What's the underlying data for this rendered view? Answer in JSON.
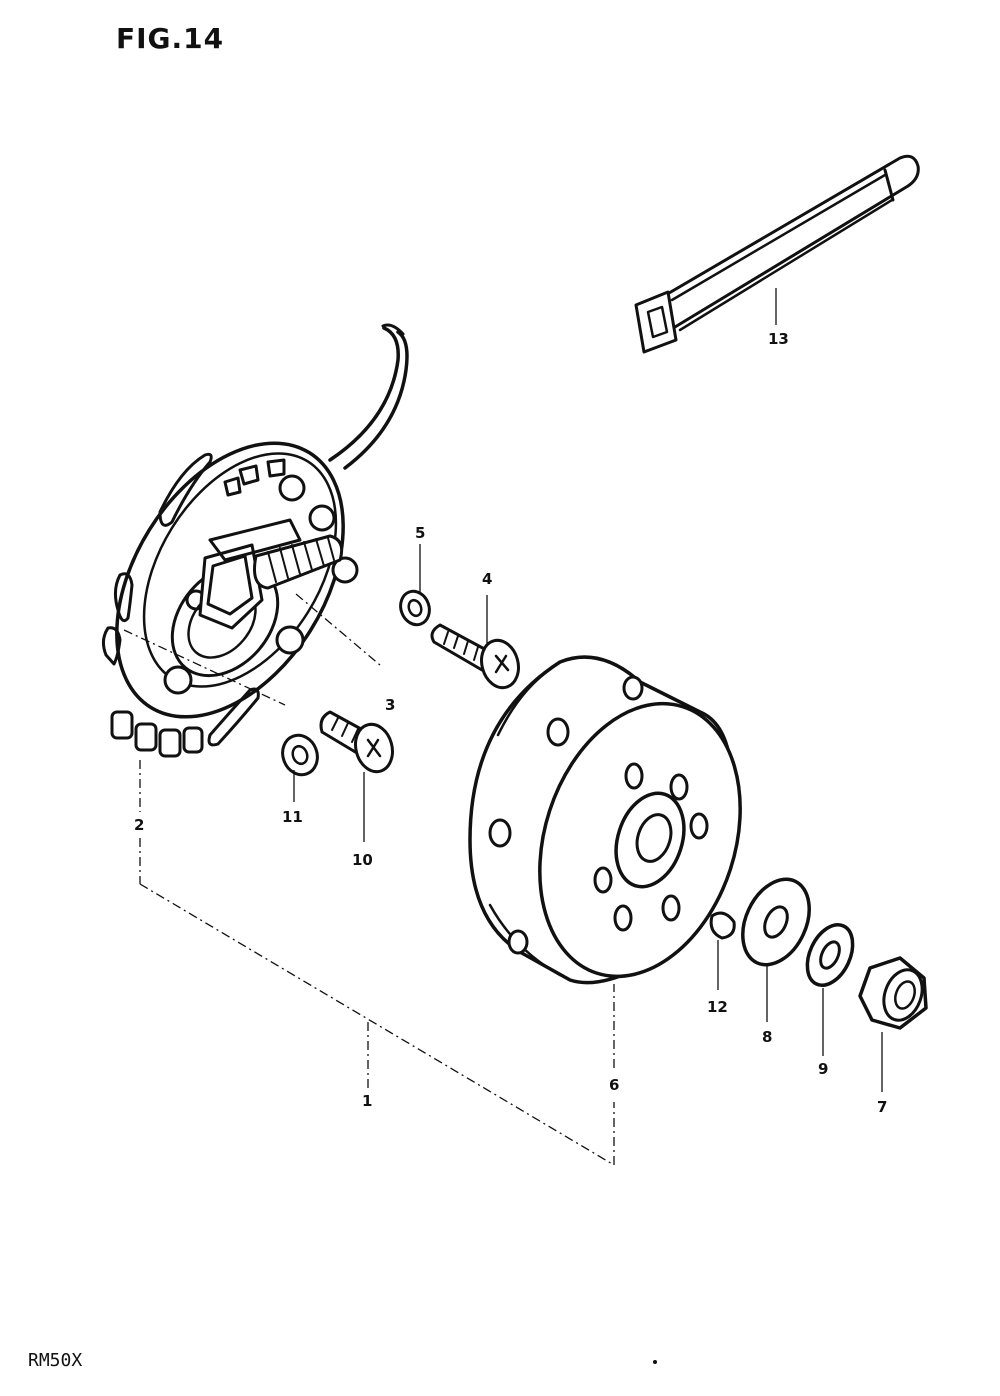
{
  "figure": {
    "title": "FIG.14"
  },
  "footer": {
    "model": "RM50X"
  },
  "callouts": {
    "c1": "1",
    "c2": "2",
    "c3": "3",
    "c4": "4",
    "c5": "5",
    "c6": "6",
    "c7": "7",
    "c8": "8",
    "c9": "9",
    "c10": "10",
    "c11": "11",
    "c12": "12",
    "c13": "13"
  }
}
